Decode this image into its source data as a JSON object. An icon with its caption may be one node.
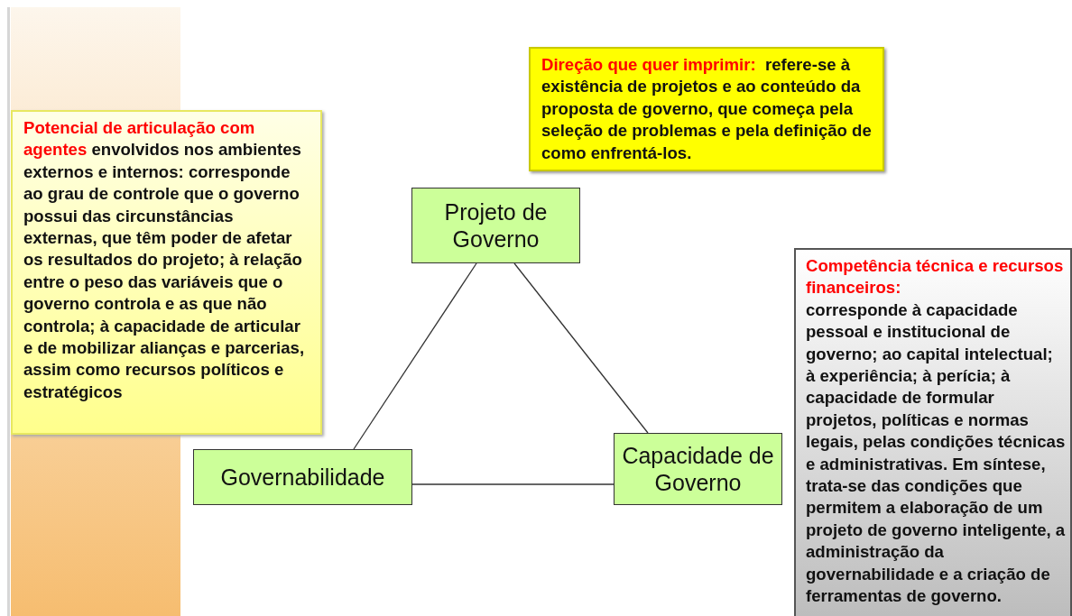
{
  "diagram": {
    "nodes": [
      {
        "text": [
          "Direção que quer imprimir:",
          "refere-se à existência de projetos e ao conteúdo da proposta de governo, que começa pela seleção de problemas e pela definição de como enfrentá-los."
        ]
      },
      {
        "text": [
          "Potencial de articulação com agentes",
          "envolvidos nos ambientes externos e internos: corresponde ao grau de controle que o governo possui das circunstâncias externas, que têm poder de afetar os resultados do projeto; à relação entre o peso das variáveis que o governo controla e as que não controla; à capacidade de articular e de mobilizar alianças e parcerias, assim como recursos políticos e estratégicos"
        ]
      },
      {
        "text": [
          "Projeto de Governo"
        ]
      },
      {
        "text": [
          "Competência técnica e recursos financeiros:",
          "corresponde à capacidade pessoal e institucional de governo; ao capital intelectual; à experiência; à perícia; à capacidade de formular projetos, políticas e normas legais, pelas condições técnicas e administrativas. Em síntese, trata-se das condições que permitem a elaboração de um projeto de governo inteligente, a administração da governabilidade e a criação de ferramentas de governo."
        ]
      },
      {
        "text": [
          "Governabilidade"
        ]
      },
      {
        "text": [
          "Capacidade de Governo"
        ]
      }
    ],
    "edges": [
      {
        "from": 2,
        "to": 4,
        "arrow": "none"
      },
      {
        "from": 2,
        "to": 5,
        "arrow": "none"
      },
      {
        "from": 4,
        "to": 5,
        "arrow": "none"
      }
    ]
  }
}
